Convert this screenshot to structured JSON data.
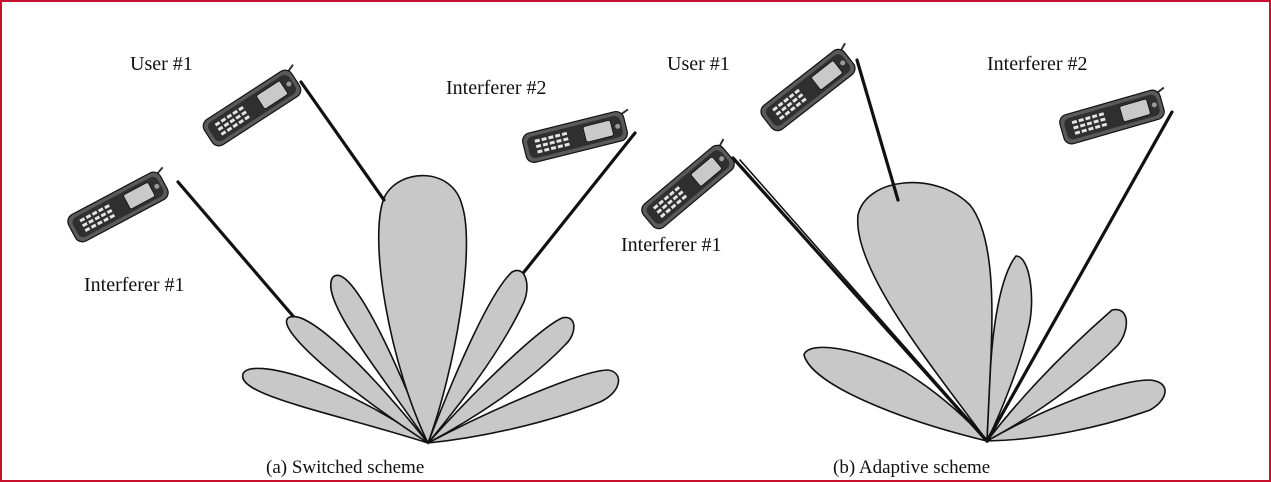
{
  "frame": {
    "border_color": "#c8102e"
  },
  "colors": {
    "lobe_fill": "#c8c8c8",
    "outline": "#111111"
  },
  "panel_a": {
    "label_user": "User #1",
    "label_interferer2": "Interferer #2",
    "label_interferer1": "Interferer #1",
    "caption": "(a) Switched scheme"
  },
  "panel_b": {
    "label_user": "User #1",
    "label_interferer2": "Interferer #2",
    "label_interferer1": "Interferer #1",
    "caption": "(b) Adaptive scheme"
  },
  "icons": {
    "phone": "mobile-phone-icon"
  }
}
